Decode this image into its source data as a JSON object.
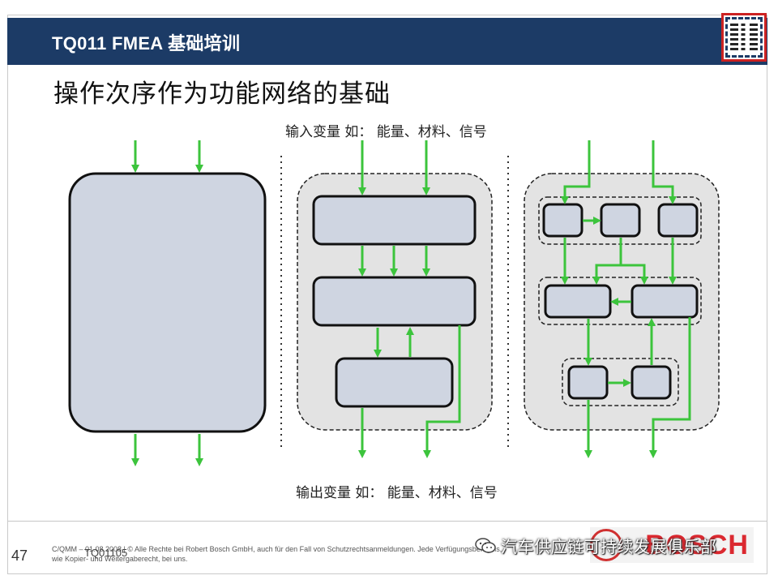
{
  "header": {
    "title": "TQ011 FMEA 基础培训"
  },
  "slide": {
    "title": "操作次序作为功能网络的基础",
    "input_label": "输入变量 如：  能量、材料、信号",
    "output_label": "输出变量 如：  能量、材料、信号"
  },
  "footer": {
    "page_number": "47",
    "legal_text": "C/QMM – 01.08.2008 | © Alle Rechte bei Robert Bosch GmbH, auch für den Fall von Schutzrechtsanmeldungen. Jede Verfügungsbefugnis, wie Kopier- und Weitergaberecht, bei uns.",
    "doc_id": "TQ01105",
    "watermark": "汽车供应链可持续发展俱乐部",
    "logo": "BOSCH"
  },
  "colors": {
    "header_bg": "#1c3b66",
    "arrow_green": "#3cc43c",
    "block_fill": "#cfd5e1",
    "group_fill": "#e3e3e3",
    "brand_red": "#d8121a"
  },
  "icons": [
    "qr-code-icon",
    "wechat-icon",
    "bosch-logo-icon"
  ]
}
